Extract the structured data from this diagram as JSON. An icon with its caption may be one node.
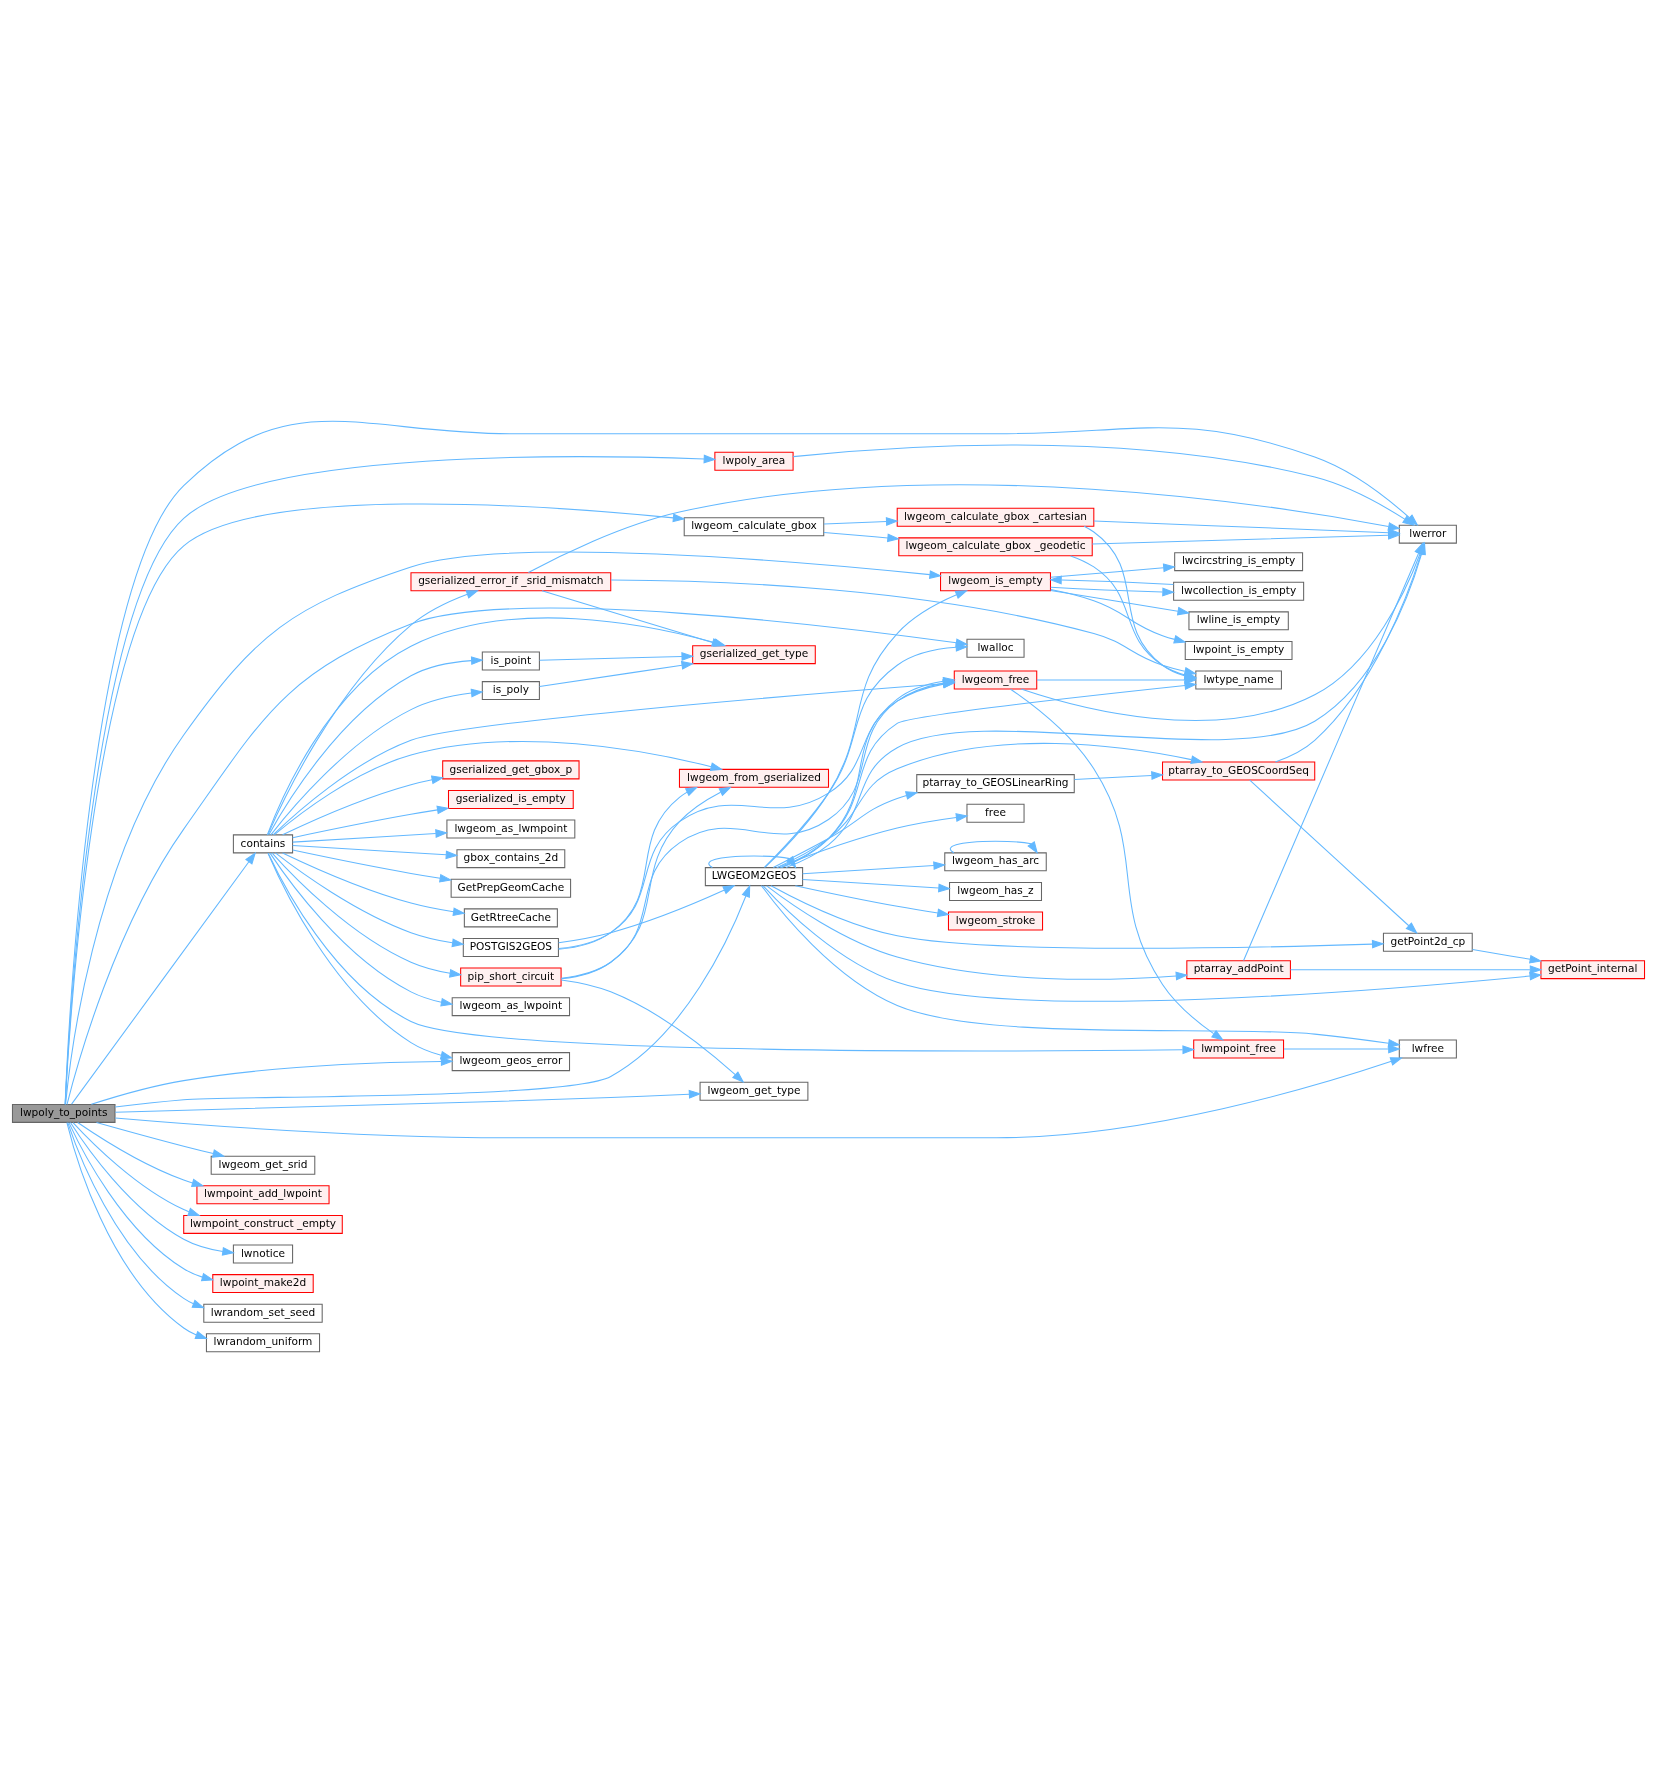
{
  "diagram": {
    "nodes": [
      {
        "text": [
          "lwpoly_to_points"
        ]
      },
      {
        "text": [
          "contains"
        ]
      },
      {
        "text": [
          "lwgeom_get_srid"
        ]
      },
      {
        "text": [
          "lwmpoint_add_lwpoint"
        ]
      },
      {
        "text": [
          "lwmpoint_construct _empty"
        ]
      },
      {
        "text": [
          "lwnotice"
        ]
      },
      {
        "text": [
          "lwpoint_make2d"
        ]
      },
      {
        "text": [
          "lwrandom_set_seed"
        ]
      },
      {
        "text": [
          "lwrandom_uniform"
        ]
      },
      {
        "text": [
          "gbox_contains_2d"
        ]
      },
      {
        "text": [
          "GetPrepGeomCache"
        ]
      },
      {
        "text": [
          "GetRtreeCache"
        ]
      },
      {
        "text": [
          "POSTGIS2GEOS"
        ]
      },
      {
        "text": [
          "gserialized_get_gbox_p"
        ]
      },
      {
        "text": [
          "gserialized_is_empty"
        ]
      },
      {
        "text": [
          "pip_short_circuit"
        ]
      },
      {
        "text": [
          "lwgeom_as_lwmpoint"
        ]
      },
      {
        "text": [
          "lwgeom_as_lwpoint"
        ]
      },
      {
        "text": [
          "is_point"
        ]
      },
      {
        "text": [
          "is_poly"
        ]
      },
      {
        "text": [
          "gserialized_error_if _srid_mismatch"
        ]
      },
      {
        "text": [
          "lwgeom_geos_error"
        ]
      },
      {
        "text": [
          "LWGEOM2GEOS"
        ]
      },
      {
        "text": [
          "lwgeom_from_gserialized"
        ]
      },
      {
        "text": [
          "gserialized_get_type"
        ]
      },
      {
        "text": [
          "lwgeom_get_type"
        ]
      },
      {
        "text": [
          "lwgeom_calculate_gbox"
        ]
      },
      {
        "text": [
          "lwpoly_area"
        ]
      },
      {
        "text": [
          "lwgeom_is_empty"
        ]
      },
      {
        "text": [
          "lwalloc"
        ]
      },
      {
        "text": [
          "free"
        ]
      },
      {
        "text": [
          "lwgeom_has_arc"
        ]
      },
      {
        "text": [
          "lwgeom_has_z"
        ]
      },
      {
        "text": [
          "lwgeom_stroke"
        ]
      },
      {
        "text": [
          "ptarray_to_GEOSLinearRing"
        ]
      },
      {
        "text": [
          "lwgeom_free"
        ]
      },
      {
        "text": [
          "lwgeom_calculate_gbox _geodetic"
        ]
      },
      {
        "text": [
          "lwgeom_calculate_gbox _cartesian"
        ]
      },
      {
        "text": [
          "lwline_is_empty"
        ]
      },
      {
        "text": [
          "lwpoint_is_empty"
        ]
      },
      {
        "text": [
          "lwcircstring_is_empty"
        ]
      },
      {
        "text": [
          "lwcollection_is_empty"
        ]
      },
      {
        "text": [
          "lwmpoint_free"
        ]
      },
      {
        "text": [
          "ptarray_addPoint"
        ]
      },
      {
        "text": [
          "ptarray_to_GEOSCoordSeq"
        ]
      },
      {
        "text": [
          "lwtype_name"
        ]
      },
      {
        "text": [
          "lwfree"
        ]
      },
      {
        "text": [
          "getPoint2d_cp"
        ]
      },
      {
        "text": [
          "getPoint_internal"
        ]
      },
      {
        "text": [
          "lwerror"
        ]
      }
    ],
    "edges": [
      {
        "from": 0,
        "to": 1,
        "arrow": "to"
      },
      {
        "from": 0,
        "to": 28,
        "arrow": "to"
      },
      {
        "from": 0,
        "to": 46,
        "arrow": "to"
      },
      {
        "from": 0,
        "to": 29,
        "arrow": "to"
      },
      {
        "from": 0,
        "to": 22,
        "arrow": "to"
      },
      {
        "from": 0,
        "to": 21,
        "arrow": "to"
      },
      {
        "from": 0,
        "to": 25,
        "arrow": "to"
      },
      {
        "from": 0,
        "to": 26,
        "arrow": "to"
      },
      {
        "from": 0,
        "to": 49,
        "arrow": "to"
      },
      {
        "from": 0,
        "to": 2,
        "arrow": "to"
      },
      {
        "from": 0,
        "to": 3,
        "arrow": "to"
      },
      {
        "from": 0,
        "to": 4,
        "arrow": "to"
      },
      {
        "from": 0,
        "to": 5,
        "arrow": "to"
      },
      {
        "from": 0,
        "to": 6,
        "arrow": "to"
      },
      {
        "from": 0,
        "to": 27,
        "arrow": "to"
      },
      {
        "from": 0,
        "to": 7,
        "arrow": "to"
      },
      {
        "from": 0,
        "to": 8,
        "arrow": "to"
      },
      {
        "from": 1,
        "to": 42,
        "arrow": "to"
      },
      {
        "from": 1,
        "to": 9,
        "arrow": "to"
      },
      {
        "from": 1,
        "to": 10,
        "arrow": "to"
      },
      {
        "from": 1,
        "to": 11,
        "arrow": "to"
      },
      {
        "from": 1,
        "to": 12,
        "arrow": "to"
      },
      {
        "from": 1,
        "to": 13,
        "arrow": "to"
      },
      {
        "from": 1,
        "to": 14,
        "arrow": "to"
      },
      {
        "from": 1,
        "to": 23,
        "arrow": "to"
      },
      {
        "from": 1,
        "to": 15,
        "arrow": "to"
      },
      {
        "from": 1,
        "to": 16,
        "arrow": "to"
      },
      {
        "from": 1,
        "to": 17,
        "arrow": "to"
      },
      {
        "from": 1,
        "to": 35,
        "arrow": "to"
      },
      {
        "from": 1,
        "to": 18,
        "arrow": "to"
      },
      {
        "from": 1,
        "to": 19,
        "arrow": "to"
      },
      {
        "from": 1,
        "to": 24,
        "arrow": "to"
      },
      {
        "from": 1,
        "to": 20,
        "arrow": "to"
      },
      {
        "from": 1,
        "to": 21,
        "arrow": "to"
      },
      {
        "from": 12,
        "to": 22,
        "arrow": "to"
      },
      {
        "from": 12,
        "to": 23,
        "arrow": "to"
      },
      {
        "from": 12,
        "to": 35,
        "arrow": "to"
      },
      {
        "from": 15,
        "to": 23,
        "arrow": "to"
      },
      {
        "from": 15,
        "to": 25,
        "arrow": "to"
      },
      {
        "from": 15,
        "to": 35,
        "arrow": "to"
      },
      {
        "from": 18,
        "to": 24,
        "arrow": "to"
      },
      {
        "from": 19,
        "to": 24,
        "arrow": "to"
      },
      {
        "from": 20,
        "to": 24,
        "arrow": "to"
      },
      {
        "from": 20,
        "to": 49,
        "arrow": "to"
      },
      {
        "from": 20,
        "to": 45,
        "arrow": "to"
      },
      {
        "from": 22,
        "to": 22,
        "arrow": "to"
      },
      {
        "from": 22,
        "to": 48,
        "arrow": "to"
      },
      {
        "from": 22,
        "to": 28,
        "arrow": "to"
      },
      {
        "from": 22,
        "to": 29,
        "arrow": "to"
      },
      {
        "from": 22,
        "to": 46,
        "arrow": "to"
      },
      {
        "from": 22,
        "to": 47,
        "arrow": "to"
      },
      {
        "from": 22,
        "to": 30,
        "arrow": "to"
      },
      {
        "from": 22,
        "to": 43,
        "arrow": "to"
      },
      {
        "from": 22,
        "to": 31,
        "arrow": "to"
      },
      {
        "from": 22,
        "to": 32,
        "arrow": "to"
      },
      {
        "from": 22,
        "to": 33,
        "arrow": "to"
      },
      {
        "from": 22,
        "to": 44,
        "arrow": "to"
      },
      {
        "from": 22,
        "to": 34,
        "arrow": "to"
      },
      {
        "from": 22,
        "to": 35,
        "arrow": "to"
      },
      {
        "from": 22,
        "to": 49,
        "arrow": "to"
      },
      {
        "from": 22,
        "to": 45,
        "arrow": "to"
      },
      {
        "from": 28,
        "to": 38,
        "arrow": "to"
      },
      {
        "from": 28,
        "to": 39,
        "arrow": "to"
      },
      {
        "from": 28,
        "to": 40,
        "arrow": "to"
      },
      {
        "from": 28,
        "to": 41,
        "arrow": "to"
      },
      {
        "from": 41,
        "to": 28,
        "arrow": "to"
      },
      {
        "from": 42,
        "to": 46,
        "arrow": "to"
      },
      {
        "from": 31,
        "to": 31,
        "arrow": "to"
      },
      {
        "from": 43,
        "to": 48,
        "arrow": "to"
      },
      {
        "from": 43,
        "to": 49,
        "arrow": "to"
      },
      {
        "from": 47,
        "to": 48,
        "arrow": "to"
      },
      {
        "from": 34,
        "to": 44,
        "arrow": "to"
      },
      {
        "from": 44,
        "to": 47,
        "arrow": "to"
      },
      {
        "from": 44,
        "to": 49,
        "arrow": "to"
      },
      {
        "from": 35,
        "to": 42,
        "arrow": "to"
      },
      {
        "from": 35,
        "to": 49,
        "arrow": "to"
      },
      {
        "from": 35,
        "to": 45,
        "arrow": "to"
      },
      {
        "from": 26,
        "to": 36,
        "arrow": "to"
      },
      {
        "from": 26,
        "to": 37,
        "arrow": "to"
      },
      {
        "from": 36,
        "to": 45,
        "arrow": "to"
      },
      {
        "from": 36,
        "to": 49,
        "arrow": "to"
      },
      {
        "from": 37,
        "to": 45,
        "arrow": "to"
      },
      {
        "from": 37,
        "to": 49,
        "arrow": "to"
      },
      {
        "from": 27,
        "to": 49,
        "arrow": "to"
      }
    ]
  }
}
